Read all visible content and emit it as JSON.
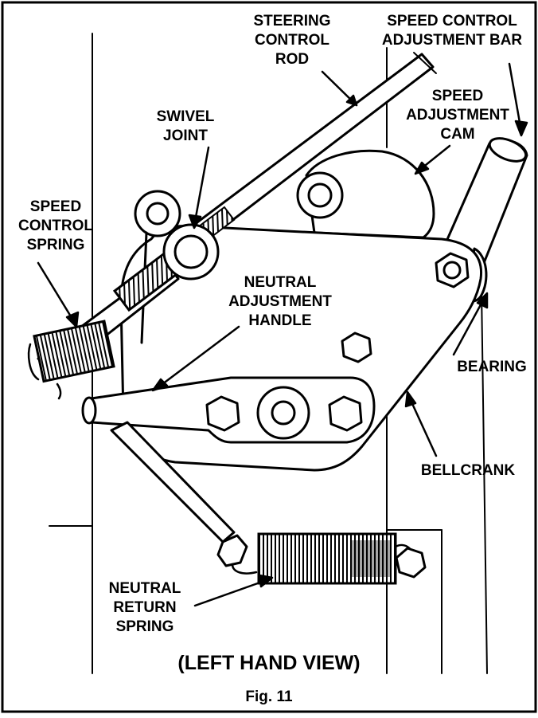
{
  "labels": {
    "steering_control_rod": [
      "STEERING",
      "CONTROL",
      "ROD"
    ],
    "speed_control_adjustment_bar": [
      "SPEED CONTROL",
      "ADJUSTMENT BAR"
    ],
    "speed_adjustment_cam": [
      "SPEED",
      "ADJUSTMENT",
      "CAM"
    ],
    "swivel_joint": [
      "SWIVEL",
      "JOINT"
    ],
    "speed_control_spring": [
      "SPEED",
      "CONTROL",
      "SPRING"
    ],
    "neutral_adjustment_handle": [
      "NEUTRAL",
      "ADJUSTMENT",
      "HANDLE"
    ],
    "bearing": "BEARING",
    "bellcrank": "BELLCRANK",
    "neutral_return_spring": [
      "NEUTRAL",
      "RETURN",
      "SPRING"
    ]
  },
  "view_caption": "(LEFT HAND VIEW)",
  "figure_caption": "Fig. 11"
}
